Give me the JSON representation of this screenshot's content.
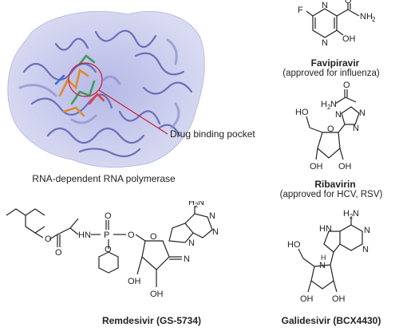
{
  "protein": {
    "caption": "RNA-dependent RNA polymerase",
    "callout": "Drug binding pocket"
  },
  "molecules": {
    "favipiravir": {
      "name": "Favipiravir",
      "note": "(approved for influenza)",
      "atoms": {
        "f": "F",
        "n1": "N",
        "n2": "N",
        "o": "O",
        "nh2": "NH",
        "nh2_sub": "2",
        "oh": "OH"
      }
    },
    "ribavirin": {
      "name": "Ribavirin",
      "note": "(approved for HCV, RSV)",
      "atoms": {
        "o_carbonyl": "O",
        "h2n": "H",
        "h2n_sub": "2",
        "h2n_n": "N",
        "n_a": "N",
        "n_b": "N",
        "n_c": "N",
        "ho": "HO",
        "o_ring": "O",
        "oh_left": "OH",
        "oh_right": "OH"
      }
    },
    "remdesivir": {
      "name": "Remdesivir (GS-5734)",
      "atoms": {
        "o1": "O",
        "o_carbonyl": "O",
        "hn": "HN",
        "p": "P",
        "o_p": "O",
        "o_phenyl": "O",
        "o_linker": "O",
        "o_ring": "O",
        "h2n": "H",
        "h2n_sub": "2",
        "h2n_n": "N",
        "n1": "N",
        "n2": "N",
        "n3": "N",
        "cn": "N",
        "oh_left": "OH",
        "oh_right": "OH"
      }
    },
    "galidesivir": {
      "name": "Galidesivir (BCX4430)",
      "atoms": {
        "h2n": "H",
        "h2n_sub": "2",
        "h2n_n": "N",
        "hn_pyrrole": "HN",
        "n1": "N",
        "n2": "N",
        "ho": "HO",
        "n_ring": "N",
        "nh_h": "H",
        "oh_left": "OH",
        "oh_right": "OH"
      }
    }
  },
  "colors": {
    "protein": "#9fa3d8",
    "protein_dark": "#6a6fb8",
    "callout": "#c0203a",
    "ligand_orange": "#e08a2c",
    "ligand_green": "#3f9a5a"
  }
}
